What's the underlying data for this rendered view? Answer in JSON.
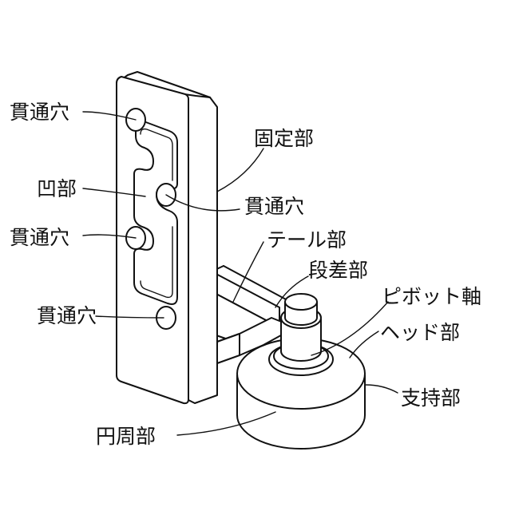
{
  "labels": {
    "through_hole_1": "貫通穴",
    "recess": "凹部",
    "through_hole_2": "貫通穴",
    "through_hole_3": "貫通穴",
    "fixed_part": "固定部",
    "through_hole_4": "貫通穴",
    "tail_part": "テール部",
    "step_part": "段差部",
    "pivot_shaft": "ピボット軸",
    "head_part": "ヘッド部",
    "support_part": "支持部",
    "circumference_part": "円周部"
  }
}
